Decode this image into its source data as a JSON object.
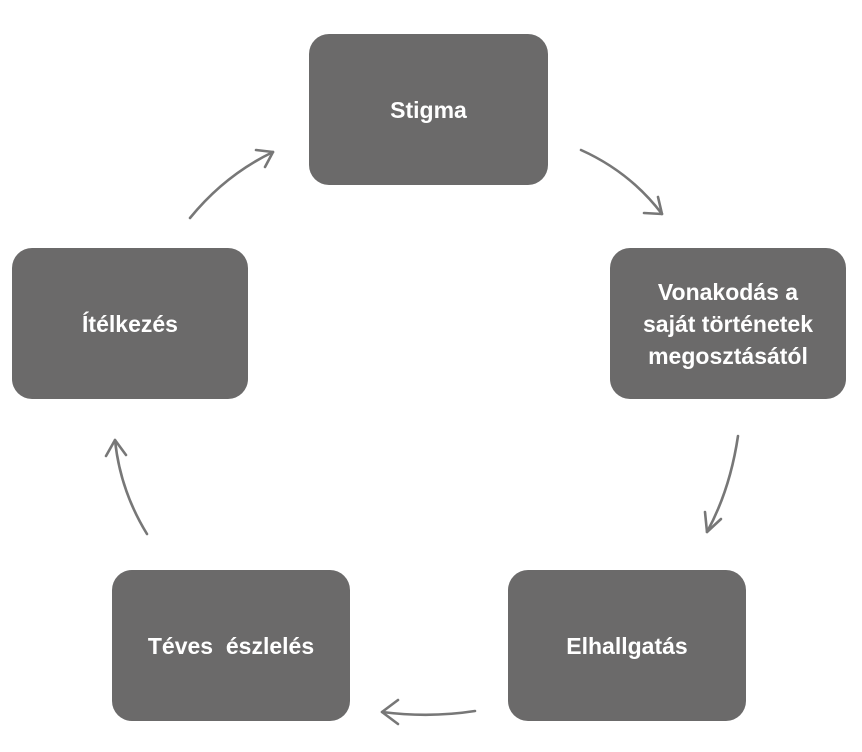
{
  "diagram": {
    "type": "cycle",
    "colors": {
      "node_fill": "#6b6a6a",
      "node_text": "#ffffff",
      "arrow": "#777777"
    },
    "nodes": [
      {
        "id": "stigma",
        "label": "Stigma"
      },
      {
        "id": "vonakodas",
        "label": "Vonakodás a saját történetek megosztásától",
        "lines": [
          "Vonakodás a",
          "saját történetek",
          "megosztásától"
        ]
      },
      {
        "id": "elhallgatas",
        "label": "Elhallgatás"
      },
      {
        "id": "teves_eszleles",
        "label": "Téves  észlelés"
      },
      {
        "id": "itelkezes",
        "label": "Ítélkezés"
      }
    ],
    "edges": [
      {
        "from": "stigma",
        "to": "vonakodas"
      },
      {
        "from": "vonakodas",
        "to": "elhallgatas"
      },
      {
        "from": "elhallgatas",
        "to": "teves_eszleles"
      },
      {
        "from": "teves_eszleles",
        "to": "itelkezes"
      },
      {
        "from": "itelkezes",
        "to": "stigma"
      }
    ]
  }
}
